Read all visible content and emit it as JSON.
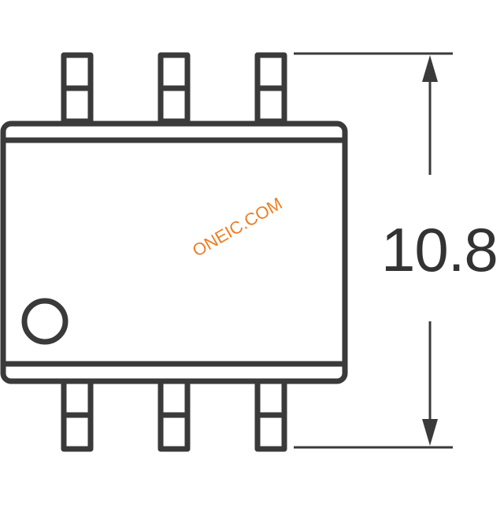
{
  "diagram": {
    "dimension_label": "10.8",
    "watermark_text": "ONEIC.COM",
    "package": {
      "pins_per_side": 3,
      "pin1_marker": "circle"
    },
    "colors": {
      "outline": "#3a3a3a",
      "watermark": "#ef7d22",
      "background": "#ffffff"
    }
  }
}
